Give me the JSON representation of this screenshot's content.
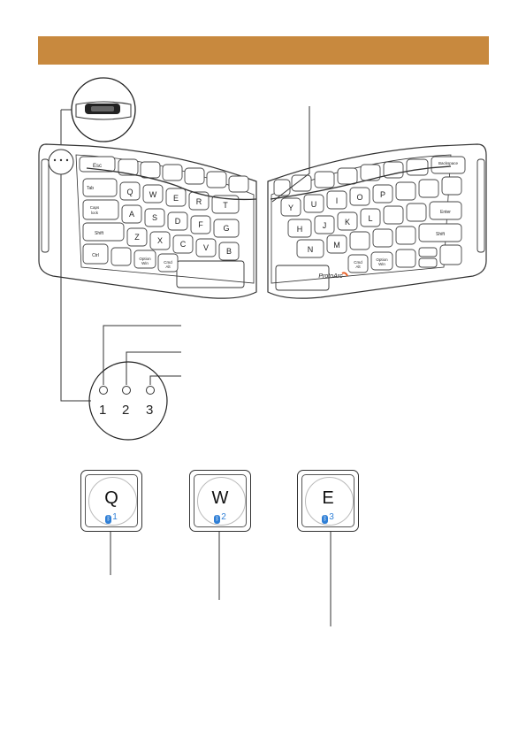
{
  "brand": "ProtoArc",
  "colors": {
    "banner": "#c8893e",
    "bluetooth": "#2f7fd6",
    "logo_accent": "#e8632b"
  },
  "indicator_labels": [
    "1",
    "2",
    "3"
  ],
  "keyboard": {
    "left_keys": [
      "Esc",
      "Tab",
      "Caps lock",
      "Shift",
      "Ctrl",
      "Q",
      "W",
      "E",
      "R",
      "T",
      "A",
      "S",
      "D",
      "F",
      "G",
      "Z",
      "X",
      "C",
      "V",
      "B",
      "Option Win",
      "Cmd Alt"
    ],
    "right_keys": [
      "Backspace",
      "Y",
      "U",
      "I",
      "O",
      "P",
      "H",
      "J",
      "K",
      "L",
      "N",
      "M",
      "Enter",
      "Shift",
      "Cmd Alt",
      "Option Win"
    ]
  },
  "channel_keys": [
    {
      "letter": "Q",
      "channel": "1",
      "icon": "bluetooth-icon"
    },
    {
      "letter": "W",
      "channel": "2",
      "icon": "bluetooth-icon"
    },
    {
      "letter": "E",
      "channel": "3",
      "icon": "bluetooth-icon"
    }
  ]
}
